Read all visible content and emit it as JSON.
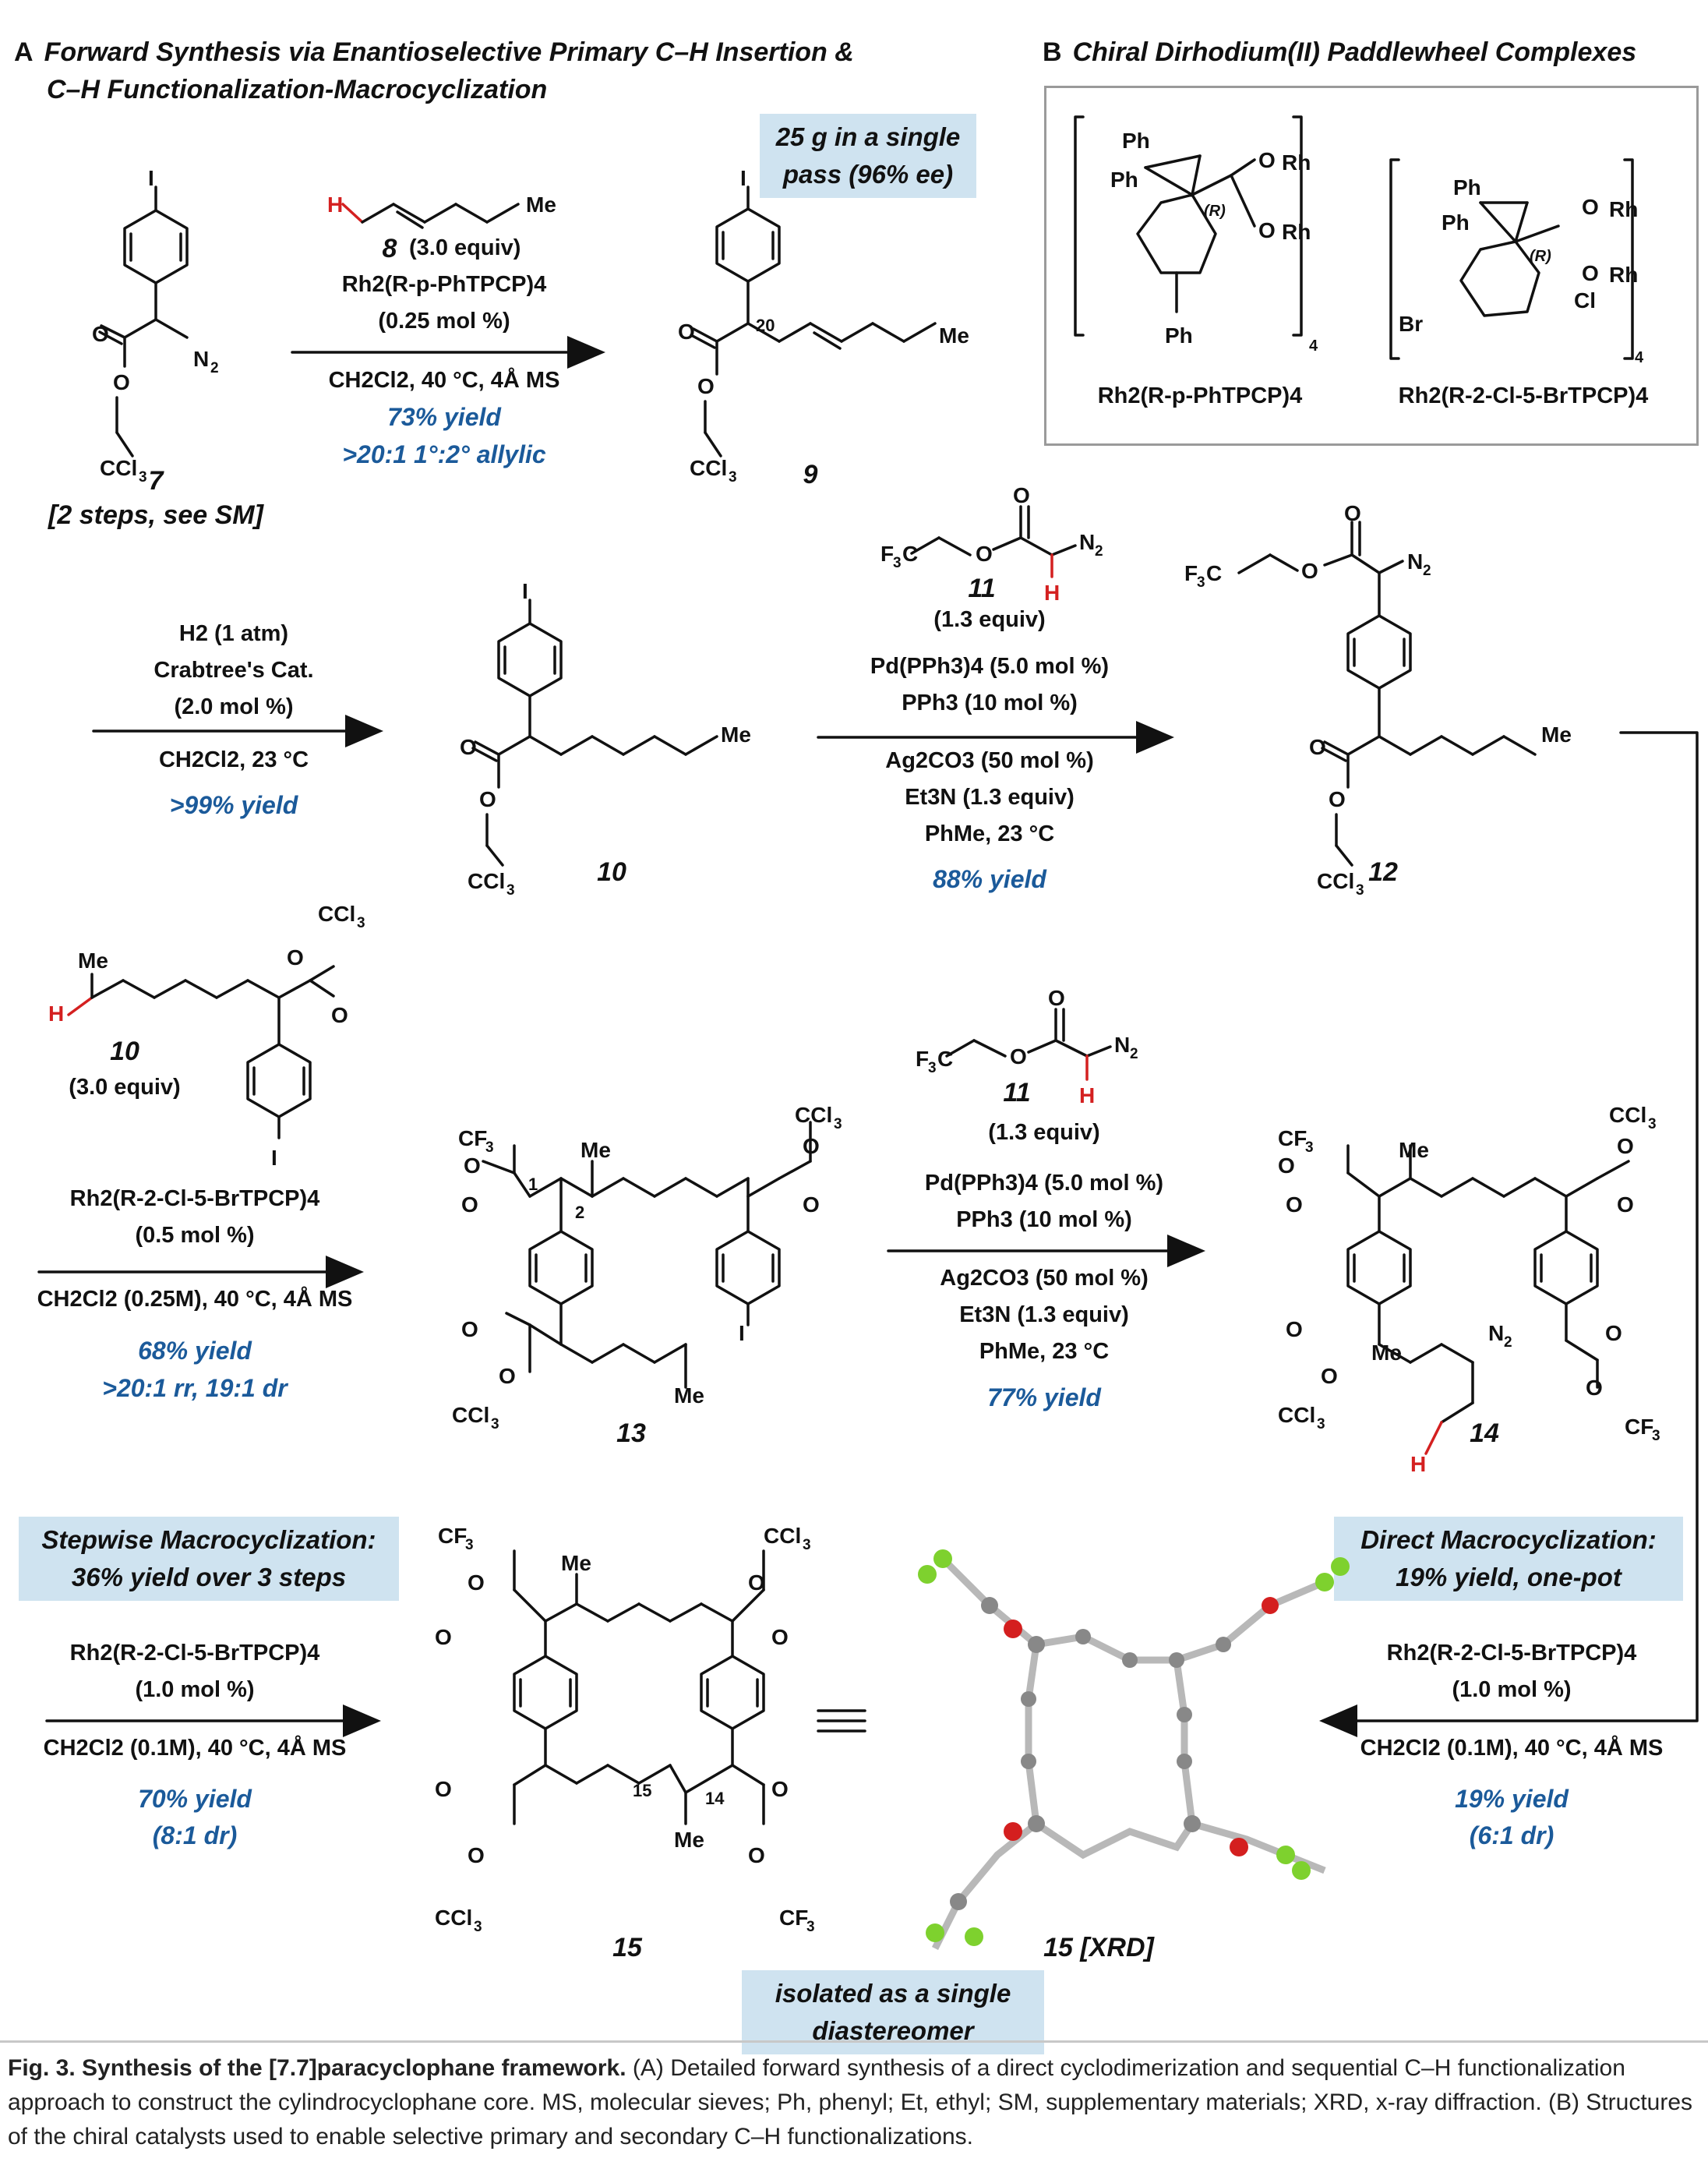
{
  "panelA": {
    "letter": "A",
    "title_line1": "Forward Synthesis via Enantioselective Primary C–H Insertion &",
    "title_line2": "C–H Functionalization-Macrocyclization"
  },
  "panelB": {
    "letter": "B",
    "title": "Chiral Dirhodium(II) Paddlewheel Complexes",
    "catalyst1_name": "Rh2(R-p-PhTPCP)4",
    "catalyst2_name": "Rh2(R-2-Cl-5-BrTPCP)4"
  },
  "compounds": {
    "c7": "7",
    "c7_note": "[2 steps, see SM]",
    "c8": "8",
    "c9": "9",
    "c10": "10",
    "c11": "11",
    "c12": "12",
    "c13": "13",
    "c14": "14",
    "c15": "15",
    "c15_xrd": "15 [XRD]"
  },
  "highlights": {
    "single_pass": "25 g in a single pass (96% ee)",
    "stepwise": "Stepwise Macrocyclization: 36% yield over 3 steps",
    "direct": "Direct Macrocyclization: 19% yield, one-pot",
    "single_diastereomer": "isolated as a single diastereomer"
  },
  "step1": {
    "reagent_equiv": "(3.0 equiv)",
    "catalyst": "Rh2(R-p-PhTPCP)4",
    "loading": "(0.25 mol %)",
    "conditions": "CH2Cl2, 40 °C, 4Å MS",
    "yield": "73% yield",
    "selectivity": ">20:1 1°:2° allylic"
  },
  "step2": {
    "line1": "H2 (1 atm)",
    "line2": "Crabtree's Cat.",
    "line3": "(2.0 mol %)",
    "conditions": "CH2Cl2, 23 °C",
    "yield": ">99% yield"
  },
  "step3": {
    "equiv": "(1.3 equiv)",
    "line1": "Pd(PPh3)4 (5.0 mol %)",
    "line2": "PPh3 (10 mol %)",
    "line3": "Ag2CO3 (50 mol %)",
    "line4": "Et3N (1.3 equiv)",
    "line5": "PhMe, 23 °C",
    "yield": "88% yield"
  },
  "step4": {
    "equiv": "(3.0 equiv)",
    "catalyst": "Rh2(R-2-Cl-5-BrTPCP)4",
    "loading": "(0.5 mol %)",
    "conditions": "CH2Cl2 (0.25M), 40 °C, 4Å MS",
    "yield": "68% yield",
    "selectivity": ">20:1 rr, 19:1 dr"
  },
  "step5": {
    "equiv": "(1.3 equiv)",
    "line1": "Pd(PPh3)4 (5.0 mol %)",
    "line2": "PPh3 (10 mol %)",
    "line3": "Ag2CO3 (50 mol %)",
    "line4": "Et3N (1.3 equiv)",
    "line5": "PhMe, 23 °C",
    "yield": "77% yield"
  },
  "step6": {
    "catalyst": "Rh2(R-2-Cl-5-BrTPCP)4",
    "loading": "(1.0 mol %)",
    "conditions": "CH2Cl2 (0.1M), 40 °C, 4Å MS",
    "yield": "70% yield",
    "dr": "(8:1 dr)"
  },
  "step7": {
    "catalyst": "Rh2(R-2-Cl-5-BrTPCP)4",
    "loading": "(1.0 mol %)",
    "conditions": "CH2Cl2 (0.1M), 40 °C, 4Å MS",
    "yield": "19% yield",
    "dr": "(6:1 dr)"
  },
  "caption": {
    "fig": "Fig. 3. Synthesis of the [7.7]paracyclophane framework.",
    "text": " (A) Detailed forward synthesis of a direct cyclodimerization and sequential C–H functionalization approach to construct the cylindrocyclophane core. MS, molecular sieves; Ph, phenyl; Et, ethyl; SM, supplementary materials; XRD, x-ray diffraction. (B) Structures of the chiral catalysts used to enable selective primary and secondary C–H functionalizations."
  },
  "colors": {
    "yield_blue": "#1b5a9a",
    "highlight_bg": "#cfe3f0",
    "red_h": "#d42020"
  }
}
